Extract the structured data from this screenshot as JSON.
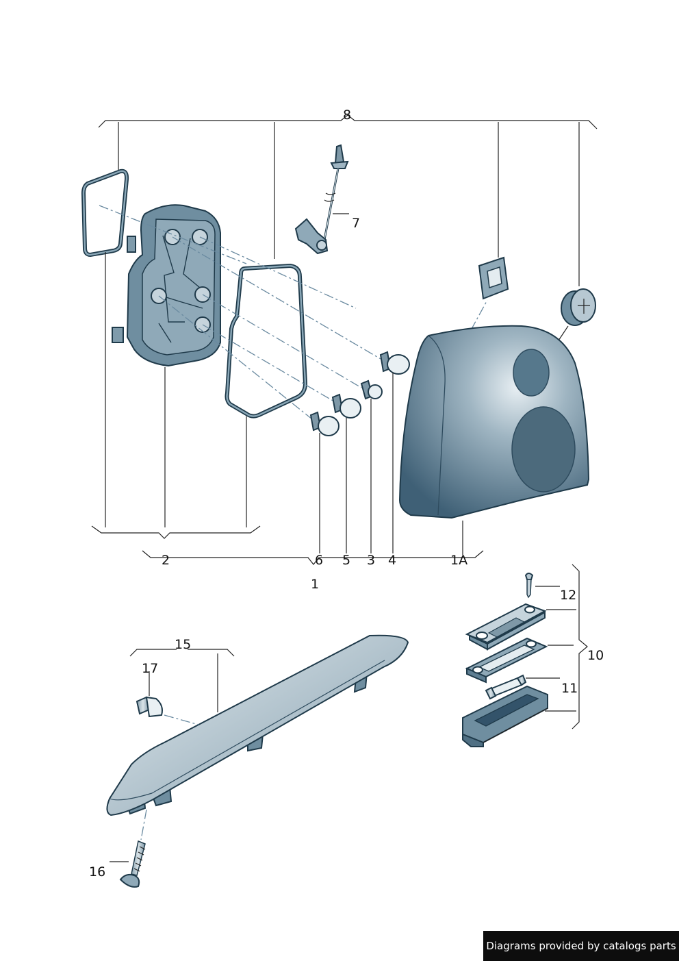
{
  "diagram": {
    "callouts": {
      "c8": "8",
      "c7": "7",
      "c2": "2",
      "c6": "6",
      "c5": "5",
      "c3": "3",
      "c4": "4",
      "c1A": "1A",
      "c1": "1",
      "c12": "12",
      "c10": "10",
      "c11": "11",
      "c15": "15",
      "c17": "17",
      "c16": "16"
    }
  },
  "watermark": {
    "text": "Diagrams provided by catalogs parts"
  },
  "colors": {
    "part_fill": "#6f8ea0",
    "part_dark": "#33536a",
    "outline": "#1f3a4a",
    "lens_light": "#d7e2e8"
  }
}
